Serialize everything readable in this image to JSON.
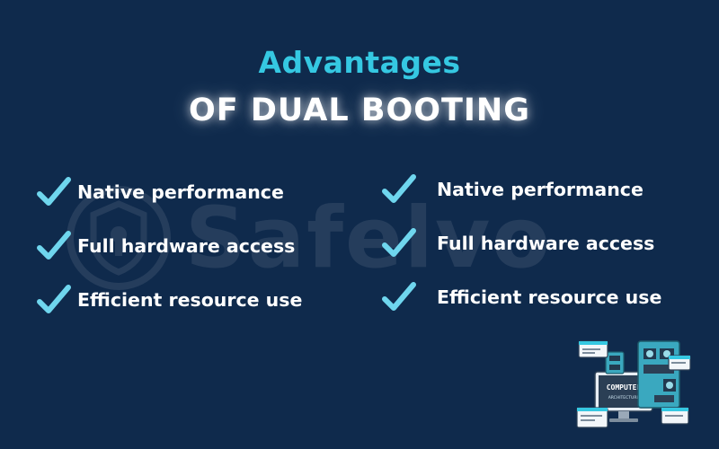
{
  "heading": {
    "line1": "Advantages",
    "line2": "OF DUAL BOOTING"
  },
  "colors": {
    "background": "#0f2a4c",
    "accent": "#35c8e2",
    "check": "#6fd6ee",
    "text": "#ffffff"
  },
  "watermark": {
    "text": "Safelvo",
    "icon": "shield-chip-logo-icon"
  },
  "left_list": [
    {
      "label": "Native performance",
      "icon": "checkmark-icon"
    },
    {
      "label": "Full hardware access",
      "icon": "checkmark-icon"
    },
    {
      "label": "Efficient resource use",
      "icon": "checkmark-icon"
    }
  ],
  "right_list": [
    {
      "label": "Native performance",
      "icon": "checkmark-icon"
    },
    {
      "label": "Full hardware access",
      "icon": "checkmark-icon"
    },
    {
      "label": "Efficient resource use",
      "icon": "checkmark-icon"
    }
  ],
  "illustration": {
    "line1": "COMPUTER",
    "line2": "ARCHITECTURE",
    "icon": "computer-architecture-illustration"
  }
}
